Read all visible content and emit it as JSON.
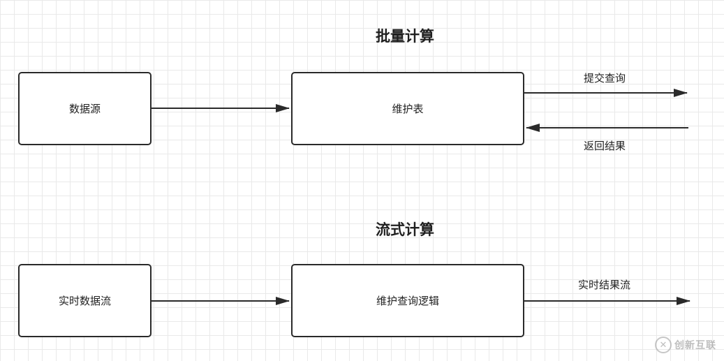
{
  "batch": {
    "title": "批量计算",
    "source_label": "数据源",
    "table_label": "维护表",
    "submit_label": "提交查询",
    "return_label": "返回结果"
  },
  "stream": {
    "title": "流式计算",
    "source_label": "实时数据流",
    "logic_label": "维护查询逻辑",
    "output_label": "实时结果流"
  },
  "watermark": {
    "text": "创新互联"
  },
  "colors": {
    "stroke": "#2a2a2a",
    "grid": "#e9e9e9",
    "background": "#ffffff"
  }
}
